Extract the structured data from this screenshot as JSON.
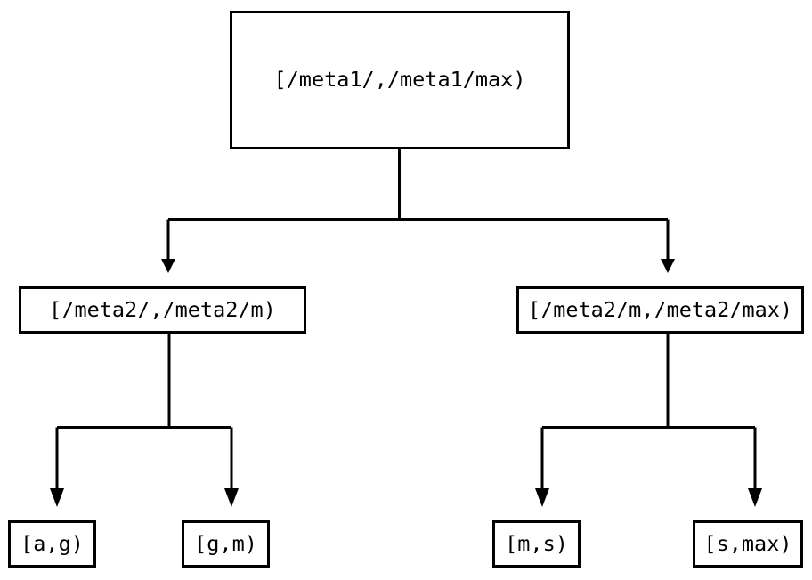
{
  "diagram": {
    "type": "tree",
    "orientation": "top-down",
    "background_color": "#ffffff",
    "stroke_color": "#000000",
    "nodes": {
      "root": {
        "label": "[/meta1/,/meta1/max)"
      },
      "mid_left": {
        "label": "[/meta2/,/meta2/m)"
      },
      "mid_right": {
        "label": "[/meta2/m,/meta2/max)"
      },
      "leaf_ag": {
        "label": "[a,g)"
      },
      "leaf_gm": {
        "label": "[g,m)"
      },
      "leaf_ms": {
        "label": "[m,s)"
      },
      "leaf_smax": {
        "label": "[s,max)"
      }
    },
    "edges": [
      {
        "from": "root",
        "to": "mid_left",
        "arrow": "down"
      },
      {
        "from": "root",
        "to": "mid_right",
        "arrow": "down"
      },
      {
        "from": "mid_left",
        "to": "leaf_ag",
        "arrow": "down"
      },
      {
        "from": "mid_left",
        "to": "leaf_gm",
        "arrow": "down"
      },
      {
        "from": "mid_right",
        "to": "leaf_ms",
        "arrow": "down"
      },
      {
        "from": "mid_right",
        "to": "leaf_smax",
        "arrow": "down"
      }
    ]
  }
}
